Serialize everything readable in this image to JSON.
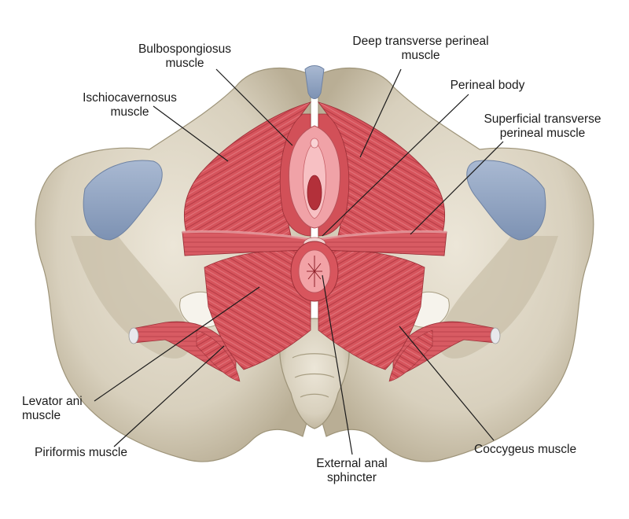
{
  "labels": {
    "bulbospongiosus": [
      "Bulbospongiosus",
      "muscle"
    ],
    "deep_transverse": [
      "Deep transverse perineal",
      "muscle"
    ],
    "perineal_body": [
      "Perineal body"
    ],
    "ischiocavernosus": [
      "Ischiocavernosus",
      "muscle"
    ],
    "superficial_transverse": [
      "Superficial transverse",
      "perineal muscle"
    ],
    "levator_ani": [
      "Levator ani",
      "muscle"
    ],
    "piriformis": [
      "Piriformis muscle"
    ],
    "external_anal": [
      "External anal",
      "sphincter"
    ],
    "coccygeus": [
      "Coccygeus muscle"
    ]
  },
  "colors": {
    "bone": "#ddd6c6",
    "bone_shadow": "#b3a990",
    "cartilage": "#8fa3c0",
    "muscle": "#d6545c",
    "muscle_light": "#ef9da2",
    "mucosa": "#f3a3a8",
    "leader_line": "#1b1b1b"
  }
}
